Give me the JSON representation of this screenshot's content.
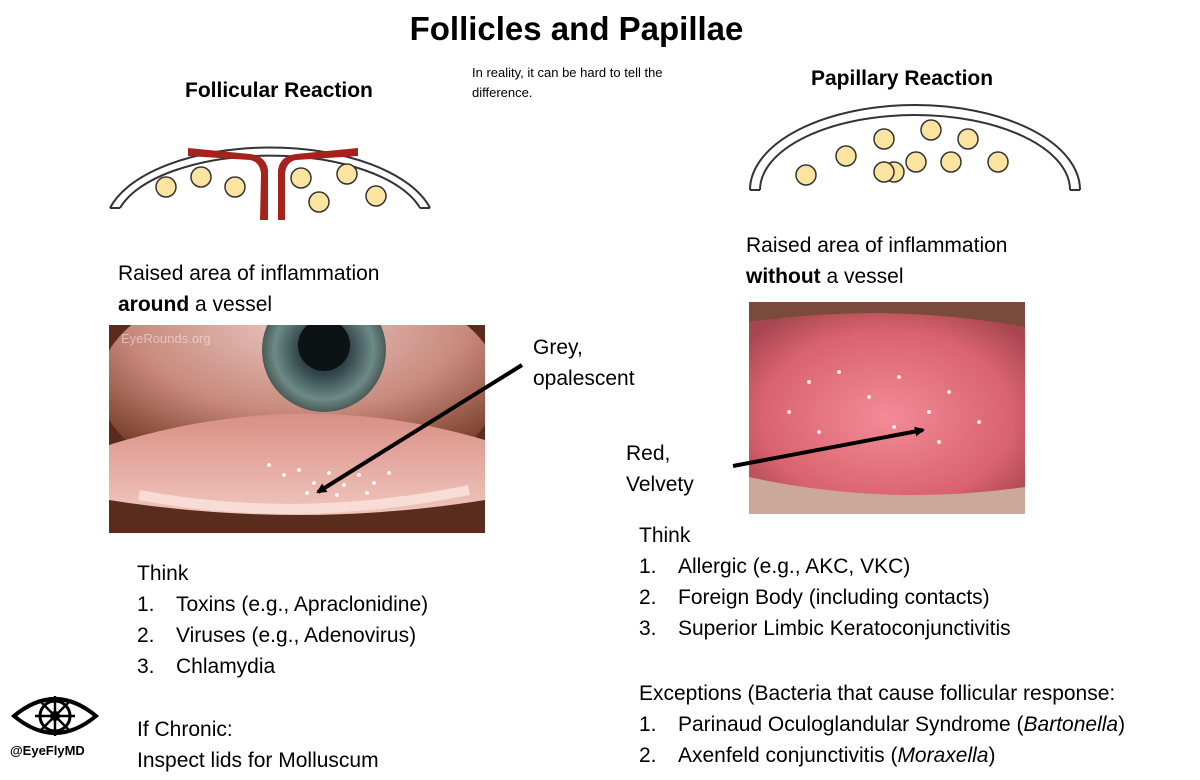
{
  "title": "Follicles and Papillae",
  "note": "In reality, it can be hard to tell the difference.",
  "follicular": {
    "heading": "Follicular Reaction",
    "desc_line1": "Raised area of inflammation",
    "desc_bold": "around",
    "desc_rest": " a vessel",
    "photo_watermark": "EyeRounds.org",
    "callout_line1": "Grey,",
    "callout_line2": "opalescent",
    "think_heading": "Think",
    "items": [
      {
        "num": "1.",
        "text": "Toxins (e.g., Apraclonidine)"
      },
      {
        "num": "2.",
        "text": "Viruses (e.g., Adenovirus)"
      },
      {
        "num": "3.",
        "text": "Chlamydia"
      }
    ],
    "chronic_line1": "If Chronic:",
    "chronic_line2": "Inspect lids for Molluscum"
  },
  "papillary": {
    "heading": "Papillary Reaction",
    "desc_line1": "Raised area of inflammation",
    "desc_bold": "without",
    "desc_rest": " a vessel",
    "callout_line1": "Red,",
    "callout_line2": "Velvety",
    "think_heading": "Think",
    "items": [
      {
        "num": "1.",
        "text": "Allergic (e.g., AKC, VKC)"
      },
      {
        "num": "2.",
        "text": "Foreign Body (including contacts)"
      },
      {
        "num": "3.",
        "text": "Superior Limbic Keratoconjunctivitis"
      }
    ],
    "exceptions_heading": "Exceptions (Bacteria that cause follicular response:",
    "exceptions": [
      {
        "num": "1.",
        "text": "Parinaud Oculoglandular Syndrome (",
        "italic": "Bartonella",
        "end": ")"
      },
      {
        "num": "2.",
        "text": "Axenfeld conjunctivitis (",
        "italic": "Moraxella",
        "end": ")"
      }
    ]
  },
  "brand": {
    "handle": "@EyeFlyMD",
    "logo_icon": "eye-ship-wheel-icon"
  },
  "colors": {
    "vessel": "#a5231c",
    "follicle_fill": "#fbe3a0",
    "follicle_stroke": "#333333"
  }
}
